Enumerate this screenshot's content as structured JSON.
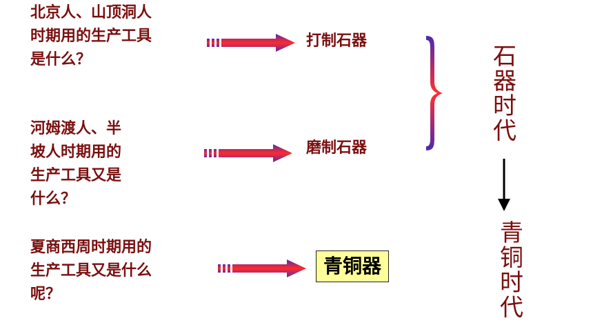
{
  "questions": [
    {
      "lines": [
        "北京人、山顶洞人",
        "时期用的生产工具",
        "是什么？"
      ]
    },
    {
      "lines": [
        "河姆渡人、半",
        "坡人时期用的",
        "生产工具又是",
        "什么？"
      ]
    },
    {
      "lines": [
        "夏商西周时期用的",
        "生产工具又是什么",
        "呢？"
      ]
    }
  ],
  "answers": {
    "a1": "打制石器",
    "a2": "磨制石器",
    "a3": "青铜器"
  },
  "ages": {
    "stone": [
      "石",
      "器",
      "时",
      "代"
    ],
    "bronze": [
      "青",
      "铜",
      "时",
      "代"
    ]
  },
  "colors": {
    "text": "#7a0f0f",
    "highlight": "#ffff99",
    "arrow_start": "#ff2020",
    "arrow_end": "#3a1a9a"
  }
}
